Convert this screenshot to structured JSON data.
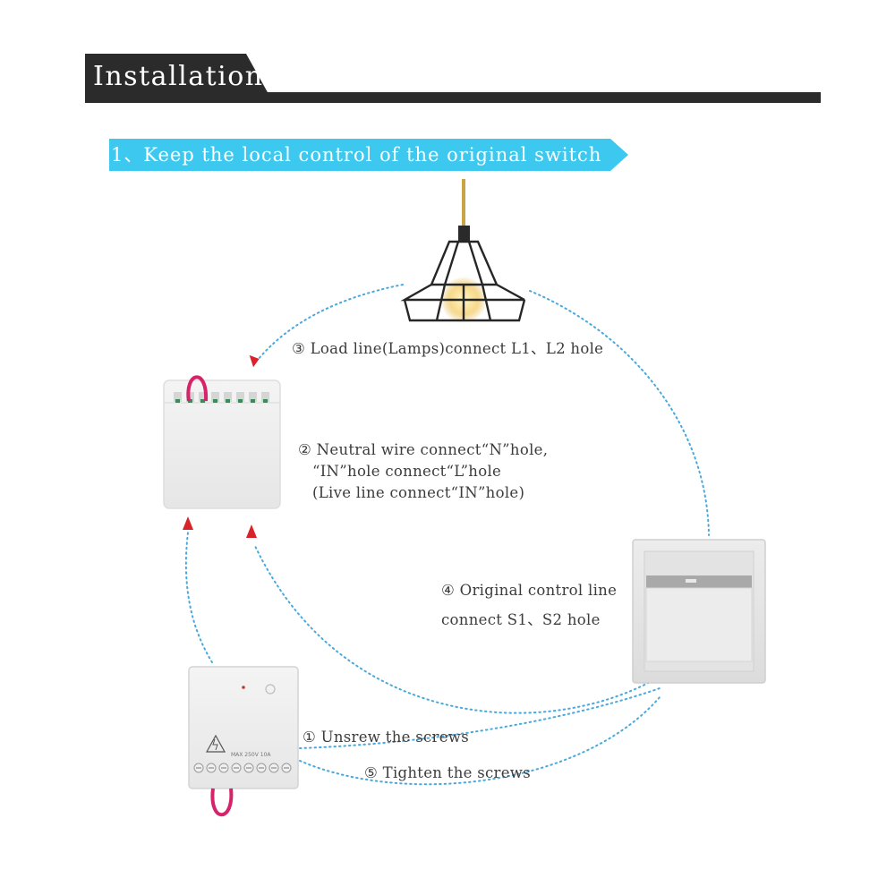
{
  "header": {
    "title": "Installation"
  },
  "step": {
    "title": "1、Keep the local control of the original switch"
  },
  "labels": {
    "load_line": "③ Load line(Lamps)connect L1、L2 hole",
    "neutral_1": "② Neutral wire connect“N”hole,",
    "neutral_2": "“IN”hole connect“L”hole",
    "neutral_3": "(Live line connect“IN”hole)",
    "control_1": "④ Original control line",
    "control_2": "connect S1、S2 hole",
    "unscrew": "① Unsrew the screws",
    "tighten": "⑤ Tighten the screws"
  },
  "colors": {
    "header_bg": "#2b2b2b",
    "banner_bg": "#3cc8ef",
    "dotted_line": "#4aa8dc",
    "arrow": "#d8232a",
    "wire": "#d6246b",
    "text": "#3c3c3c"
  },
  "module_label": "MAX 250V 10A"
}
